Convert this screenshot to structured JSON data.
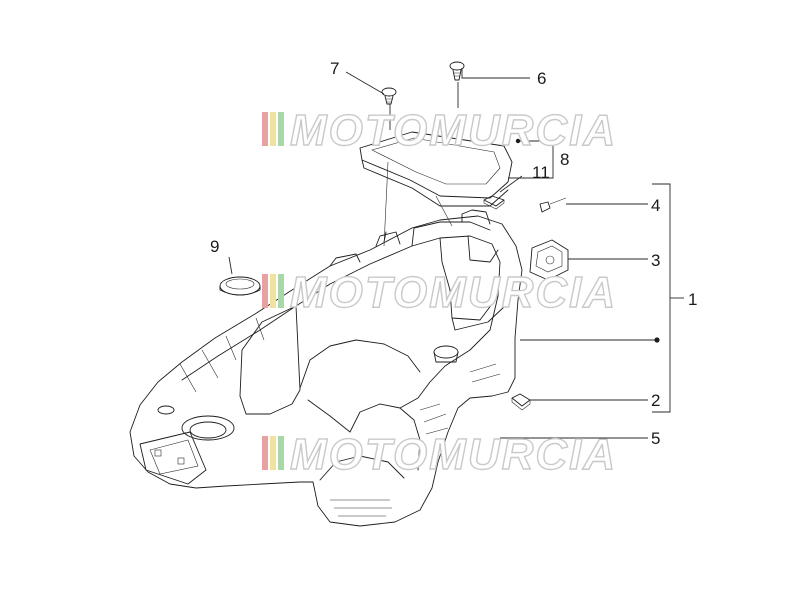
{
  "diagram": {
    "watermark": {
      "text": "MOTOMURCIA",
      "stripe_colors": [
        "#e8a0a0",
        "#f2e2a0",
        "#a8d8a8"
      ]
    },
    "callouts": [
      {
        "id": "c1",
        "label": "1"
      },
      {
        "id": "c2",
        "label": "2"
      },
      {
        "id": "c3",
        "label": "3"
      },
      {
        "id": "c4",
        "label": "4"
      },
      {
        "id": "c5",
        "label": "5"
      },
      {
        "id": "c6",
        "label": "6"
      },
      {
        "id": "c7",
        "label": "7"
      },
      {
        "id": "c8",
        "label": "8"
      },
      {
        "id": "c9",
        "label": "9"
      },
      {
        "id": "c11",
        "label": "11"
      }
    ],
    "ink_color": "#1d1d1d"
  }
}
